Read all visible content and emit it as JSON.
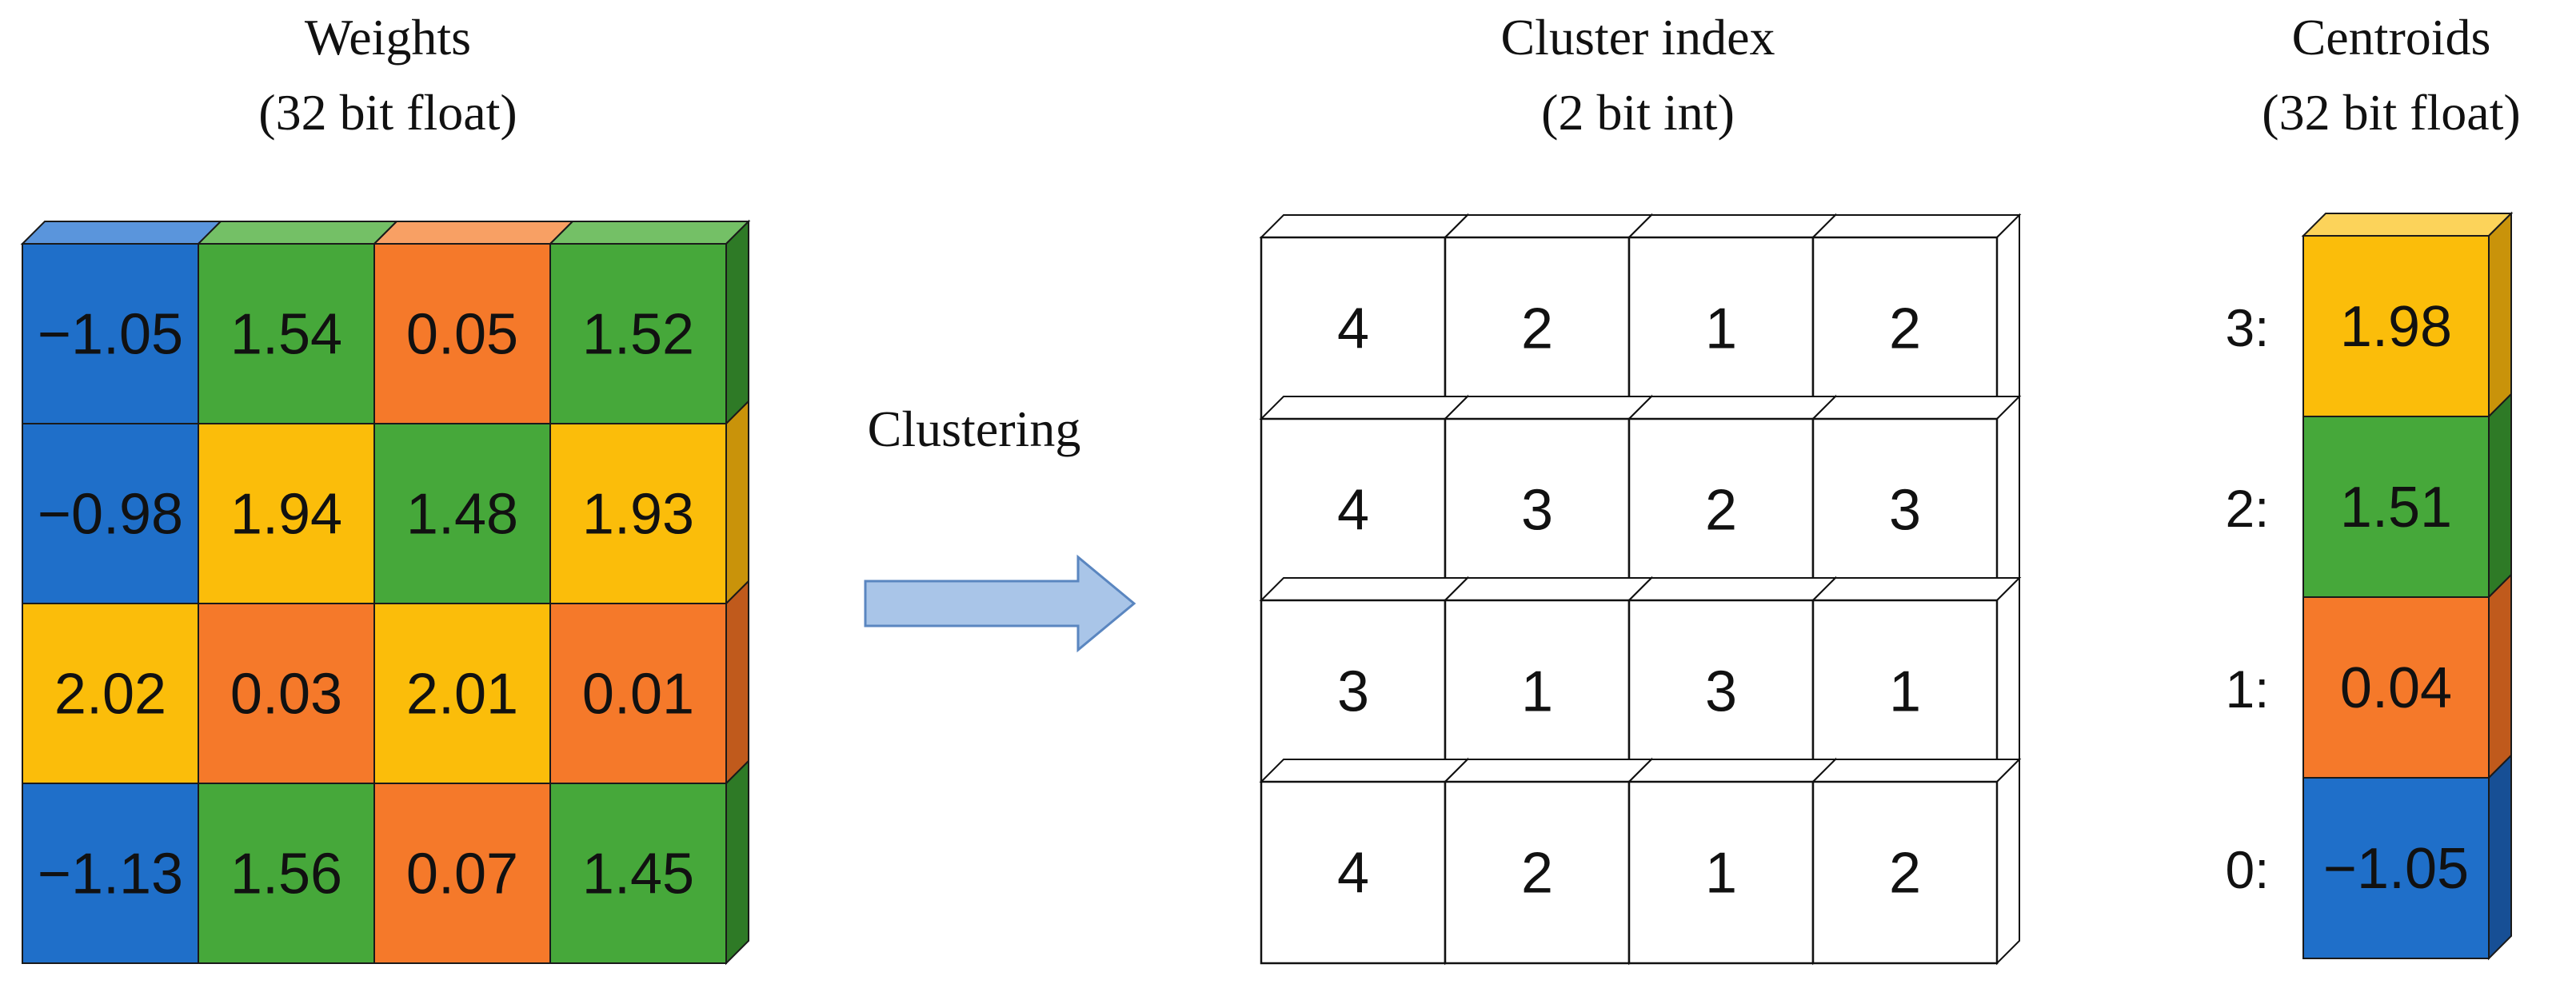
{
  "weights": {
    "title": "Weights",
    "subtitle": "(32 bit float)",
    "rows": [
      [
        {
          "value": "−1.05",
          "color": "blue"
        },
        {
          "value": "1.54",
          "color": "green"
        },
        {
          "value": "0.05",
          "color": "orange"
        },
        {
          "value": "1.52",
          "color": "green"
        }
      ],
      [
        {
          "value": "−0.98",
          "color": "blue"
        },
        {
          "value": "1.94",
          "color": "yellow"
        },
        {
          "value": "1.48",
          "color": "green"
        },
        {
          "value": "1.93",
          "color": "yellow"
        }
      ],
      [
        {
          "value": "2.02",
          "color": "yellow"
        },
        {
          "value": "0.03",
          "color": "orange"
        },
        {
          "value": "2.01",
          "color": "yellow"
        },
        {
          "value": "0.01",
          "color": "orange"
        }
      ],
      [
        {
          "value": "−1.13",
          "color": "blue"
        },
        {
          "value": "1.56",
          "color": "green"
        },
        {
          "value": "0.07",
          "color": "orange"
        },
        {
          "value": "1.45",
          "color": "green"
        }
      ]
    ]
  },
  "arrow": {
    "label": "Clustering"
  },
  "cluster_index": {
    "title": "Cluster index",
    "subtitle": "(2 bit int)",
    "rows": [
      [
        "4",
        "2",
        "1",
        "2"
      ],
      [
        "4",
        "3",
        "2",
        "3"
      ],
      [
        "3",
        "1",
        "3",
        "1"
      ],
      [
        "4",
        "2",
        "1",
        "2"
      ]
    ]
  },
  "centroids": {
    "title": "Centroids",
    "subtitle": "(32 bit float)",
    "items": [
      {
        "label": "3:",
        "value": "1.98",
        "color": "yellow"
      },
      {
        "label": "2:",
        "value": "1.51",
        "color": "green"
      },
      {
        "label": "1:",
        "value": "0.04",
        "color": "orange"
      },
      {
        "label": "0:",
        "value": "−1.05",
        "color": "blue"
      }
    ]
  },
  "colors": {
    "blue": {
      "face": "#1f6fc9",
      "top": "#5a95dc",
      "side": "#174f95"
    },
    "green": {
      "face": "#46a83a",
      "top": "#74c066",
      "side": "#2e7a26"
    },
    "orange": {
      "face": "#f5792a",
      "top": "#f8a064",
      "side": "#c05a1c"
    },
    "yellow": {
      "face": "#fbbd0a",
      "top": "#fcd35a",
      "side": "#c9930a"
    },
    "arrow_fill": "#a9c5e8",
    "arrow_stroke": "#5a86c0"
  }
}
